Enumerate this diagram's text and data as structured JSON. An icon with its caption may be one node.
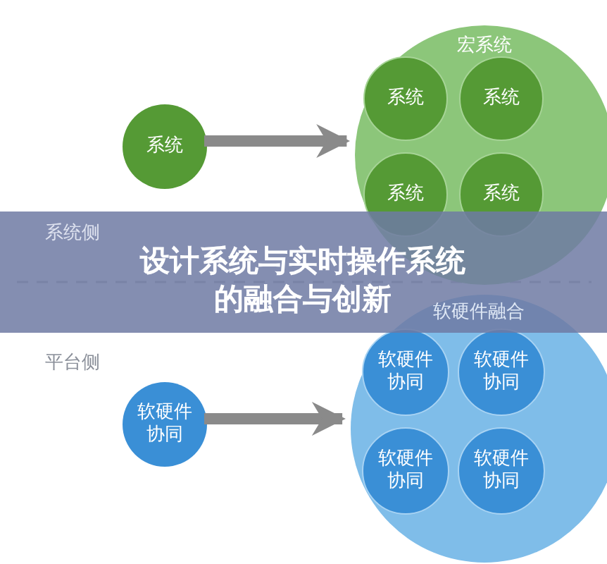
{
  "diagram": {
    "title": "设计系统与实时操作系统的融合与创新",
    "nodes": [
      {
        "text": [
          "系统"
        ]
      },
      {
        "text": [
          "宏系统"
        ]
      },
      {
        "text": [
          "系统"
        ],
        "in": 1
      },
      {
        "text": [
          "系统"
        ],
        "in": 1
      },
      {
        "text": [
          "系统"
        ],
        "in": 1
      },
      {
        "text": [
          "系统"
        ],
        "in": 1
      },
      {
        "text": [
          "软硬件协同"
        ]
      },
      {
        "text": [
          "软硬件融合"
        ]
      },
      {
        "text": [
          "软硬件协同"
        ],
        "in": 7
      },
      {
        "text": [
          "软硬件协同"
        ],
        "in": 7
      },
      {
        "text": [
          "软硬件协同"
        ],
        "in": 7
      },
      {
        "text": [
          "软硬件协同"
        ],
        "in": 7
      }
    ],
    "edges": [
      {
        "from": 0,
        "to": 1,
        "arrow": "to"
      },
      {
        "from": 6,
        "to": 7,
        "arrow": "to"
      }
    ],
    "labels": [
      "系统侧",
      "平台侧"
    ]
  }
}
